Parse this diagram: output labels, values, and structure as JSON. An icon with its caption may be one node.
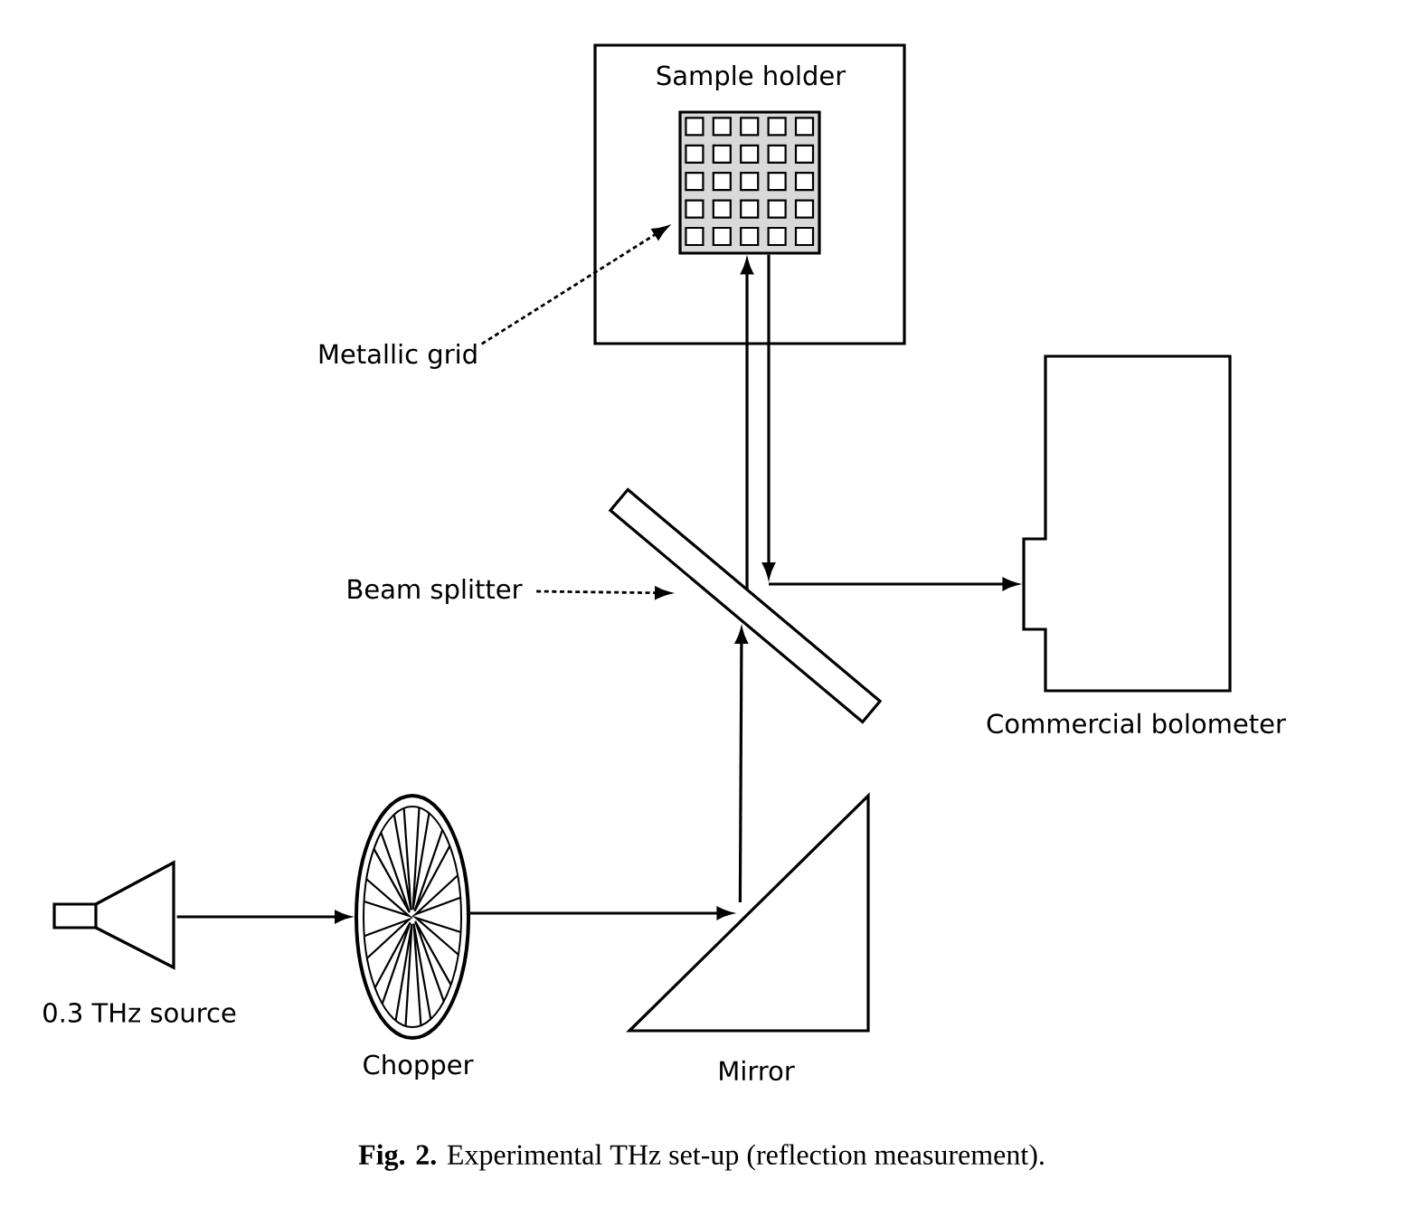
{
  "diagram": {
    "caption": "**Fig. 2.** Experimental THz set-up (reflection measurement).",
    "nodes": [
      {
        "text": [
          "Sample holder"
        ]
      },
      {
        "text": [],
        "shape": "grid",
        "in": 0
      },
      {
        "text": [
          "Metallic grid"
        ]
      },
      {
        "text": [],
        "shape": "bar"
      },
      {
        "text": [
          "Beam splitter"
        ]
      },
      {
        "text": [
          "Commercial bolometer"
        ]
      },
      {
        "text": [
          "0.3 THz source"
        ]
      },
      {
        "text": [
          "Chopper"
        ]
      },
      {
        "text": [
          "Mirror"
        ]
      }
    ],
    "edges": [
      {
        "from": 6,
        "to": 7,
        "arrow": "to"
      },
      {
        "from": 7,
        "to": 8,
        "arrow": "to"
      },
      {
        "from": 8,
        "to": 3,
        "arrow": "to"
      },
      {
        "from": 3,
        "to": 1,
        "arrow": "to"
      },
      {
        "from": 1,
        "to": 3,
        "arrow": "to"
      },
      {
        "from": 3,
        "to": 5,
        "arrow": "to"
      },
      {
        "from": 2,
        "to": 1,
        "arrow": "to",
        "style": "dashed"
      },
      {
        "from": 4,
        "to": 3,
        "arrow": "to",
        "style": "dashed"
      }
    ]
  }
}
